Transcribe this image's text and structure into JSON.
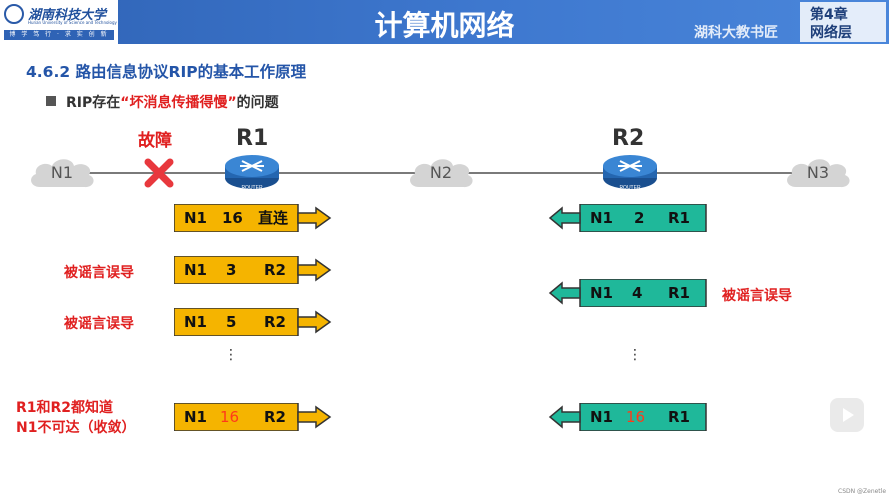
{
  "header": {
    "logo_name": "湖南科技大学",
    "logo_en": "Hunan University of Science and Technology",
    "logo_motto": "博 学 笃 行 · 求 实 创 新",
    "title": "计算机网络",
    "watermark": "湖科大教书匠",
    "chapter_line1": "第4章",
    "chapter_line2": "网络层"
  },
  "section_title": "4.6.2 路由信息协议RIP的基本工作原理",
  "problem": {
    "prefix": "RIP存在",
    "quote_open": "“",
    "highlight": "坏消息传播得慢",
    "quote_close": "”",
    "suffix": "的问题"
  },
  "diagram": {
    "networks": [
      "N1",
      "N2",
      "N3"
    ],
    "routers": [
      {
        "name": "R1",
        "badge": "ROUTER"
      },
      {
        "name": "R2",
        "badge": "ROUTER"
      }
    ],
    "fault_label": "故障",
    "r1_updates": [
      {
        "net": "N1",
        "dist": "16",
        "hop": "直连",
        "dist_highlight": false
      },
      {
        "net": "N1",
        "dist": "3",
        "hop": "R2",
        "dist_highlight": false
      },
      {
        "net": "N1",
        "dist": "5",
        "hop": "R2",
        "dist_highlight": false
      },
      {
        "net": "N1",
        "dist": "16",
        "hop": "R2",
        "dist_highlight": true
      }
    ],
    "r2_updates": [
      {
        "net": "N1",
        "dist": "2",
        "hop": "R1",
        "dist_highlight": false
      },
      {
        "net": "N1",
        "dist": "4",
        "hop": "R1",
        "dist_highlight": false
      },
      {
        "net": "N1",
        "dist": "16",
        "hop": "R1",
        "dist_highlight": true
      }
    ],
    "misled_label": "被谣言误导",
    "convergence_note": [
      "R1和R2都知道",
      "N1不可达（收敛）"
    ],
    "ellipsis": "⋮"
  },
  "colors": {
    "header_blue": "#3e78cf",
    "section_blue": "#2455a8",
    "alert_red": "#e02020",
    "r1_packet": "#f5b400",
    "r2_packet": "#1fb89a",
    "highlight_num": "#ff3a1a"
  },
  "footer_credit": "CSDN @Zenetle"
}
